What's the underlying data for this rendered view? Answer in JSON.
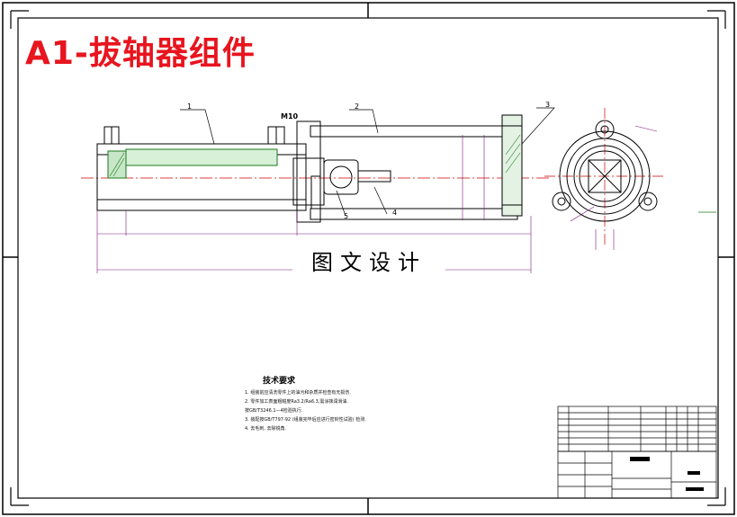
{
  "title": "A1-拔轴器组件",
  "watermark": "图文设计",
  "thread_label": "M10",
  "callouts": [
    "1",
    "2",
    "3",
    "4",
    "5"
  ],
  "technical_requirements": {
    "heading": "技术要求",
    "lines": [
      "1. 组装前应清洗零件上的油污和杂质并检查有无损伤.",
      "2. 零件加工表面粗糙度Ra3.2/Ra6.3,需涂抹润滑油.",
      "   按GB/T3246.1—4检验执行.",
      "3. 装配按GB/T797-92 (组装完毕后应进行密封性试验) 检测.",
      "4. 去毛刺, 去除锐角."
    ]
  },
  "colors": {
    "title": "#e8141e",
    "line": "#000000",
    "hatch": "#1a7a1a",
    "center": "#d00000",
    "dim": "#7a1a7a",
    "centerline_blue": "#2a4ad0"
  }
}
